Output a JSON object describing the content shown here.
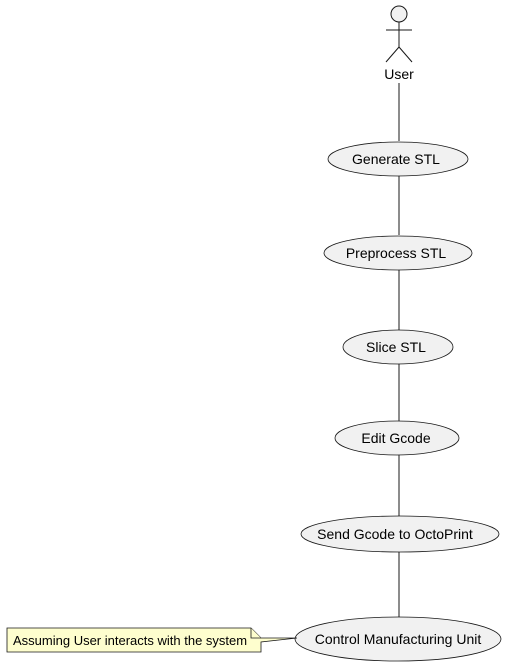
{
  "diagram": {
    "actor": {
      "label": "User"
    },
    "use_cases": [
      {
        "label": "Generate STL"
      },
      {
        "label": "Preprocess STL"
      },
      {
        "label": "Slice STL"
      },
      {
        "label": "Edit Gcode"
      },
      {
        "label": "Send Gcode to OctoPrint"
      },
      {
        "label": "Control Manufacturing Unit"
      }
    ],
    "note": {
      "text": "Assuming User interacts with the system"
    },
    "colors": {
      "use_case_fill": "#f1f1f1",
      "use_case_stroke": "#181818",
      "note_fill": "#fefece",
      "note_stroke": "#181818",
      "line": "#181818"
    }
  }
}
